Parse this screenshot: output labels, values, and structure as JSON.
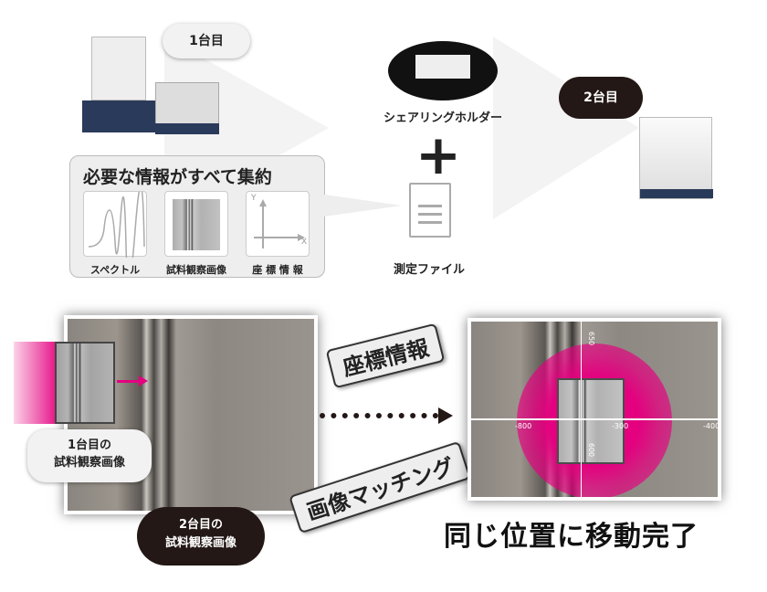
{
  "top": {
    "instrument1_bubble": "1台目",
    "holder_label": "シェアリングホルダー",
    "instrument2_bubble": "2台目",
    "file_label": "測定ファイル",
    "plus": "+",
    "info_box": {
      "title": "必要な情報がすべて集約",
      "items": [
        {
          "label": "スペクトル",
          "icon": "spectrum-icon"
        },
        {
          "label": "試料観察画像",
          "icon": "sample-image-icon"
        },
        {
          "label": "座 標 情 報",
          "icon": "xy-axis-icon"
        }
      ],
      "axis_x": "X",
      "axis_y": "Y"
    }
  },
  "bottom": {
    "first_image_label": [
      "1台目の",
      "試料観察画像"
    ],
    "second_image_label": [
      "2台目の",
      "試料観察画像"
    ],
    "tag_coords": "座標情報",
    "tag_matching": "画像マッチング",
    "result": "同じ位置に移動完了",
    "axis_ticks_x": [
      "-800",
      "-300",
      "-400"
    ],
    "axis_ticks_y": [
      "650",
      "600"
    ],
    "accent_color": "#e4007f"
  }
}
